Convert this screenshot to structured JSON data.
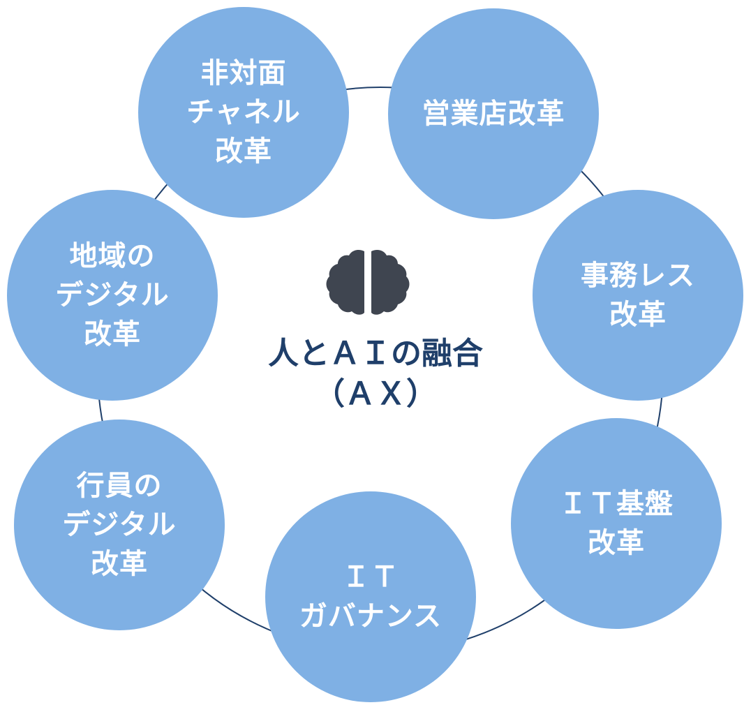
{
  "colors": {
    "node_fill": "#7fb0e4",
    "node_text": "#ffffff",
    "ring": "#1f3f6a",
    "title": "#1f3f6a",
    "icon": "#3f4550"
  },
  "center": {
    "icon": "brain-icon",
    "title": "人とＡＩの融合\n（ＡＸ）"
  },
  "nodes": [
    {
      "id": "non-face-channel",
      "label": "非対面\nチャネル\n改革"
    },
    {
      "id": "branch",
      "label": "営業店改革"
    },
    {
      "id": "paperless",
      "label": "事務レス\n改革"
    },
    {
      "id": "it-infra",
      "label": "ＩＴ基盤\n改革"
    },
    {
      "id": "it-governance",
      "label": "ＩＴ\nガバナンス"
    },
    {
      "id": "staff-digital",
      "label": "行員の\nデジタル\n改革"
    },
    {
      "id": "regional-digital",
      "label": "地域の\nデジタル\n改革"
    }
  ]
}
